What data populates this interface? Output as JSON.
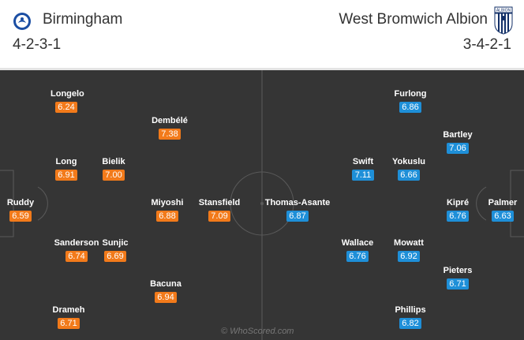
{
  "home": {
    "name": "Birmingham",
    "formation": "4-2-3-1",
    "color": "#f27a1a",
    "badge_icon": "birmingham-crest-icon",
    "players": [
      {
        "name": "Longelo",
        "rating": "6.24"
      },
      {
        "name": "Dembélé",
        "rating": "7.38"
      },
      {
        "name": "Long",
        "rating": "6.91"
      },
      {
        "name": "Bielik",
        "rating": "7.00"
      },
      {
        "name": "Ruddy",
        "rating": "6.59"
      },
      {
        "name": "Miyoshi",
        "rating": "6.88"
      },
      {
        "name": "Stansfield",
        "rating": "7.09"
      },
      {
        "name": "Sanderson",
        "rating": "6.74"
      },
      {
        "name": "Sunjic",
        "rating": "6.69"
      },
      {
        "name": "Bacuna",
        "rating": "6.94"
      },
      {
        "name": "Drameh",
        "rating": "6.71"
      }
    ]
  },
  "away": {
    "name": "West Bromwich Albion",
    "formation": "3-4-2-1",
    "color": "#1e8fd8",
    "badge_icon": "west-brom-crest-icon",
    "badge_text": "ALBION",
    "players": [
      {
        "name": "Furlong",
        "rating": "6.86"
      },
      {
        "name": "Bartley",
        "rating": "7.06"
      },
      {
        "name": "Swift",
        "rating": "7.11"
      },
      {
        "name": "Yokuslu",
        "rating": "6.66"
      },
      {
        "name": "Thomas-Asante",
        "rating": "6.87"
      },
      {
        "name": "Kipré",
        "rating": "6.76"
      },
      {
        "name": "Palmer",
        "rating": "6.63"
      },
      {
        "name": "Wallace",
        "rating": "6.76"
      },
      {
        "name": "Mowatt",
        "rating": "6.92"
      },
      {
        "name": "Pieters",
        "rating": "6.71"
      },
      {
        "name": "Phillips",
        "rating": "6.82"
      }
    ]
  },
  "watermark": "© WhoScored.com"
}
